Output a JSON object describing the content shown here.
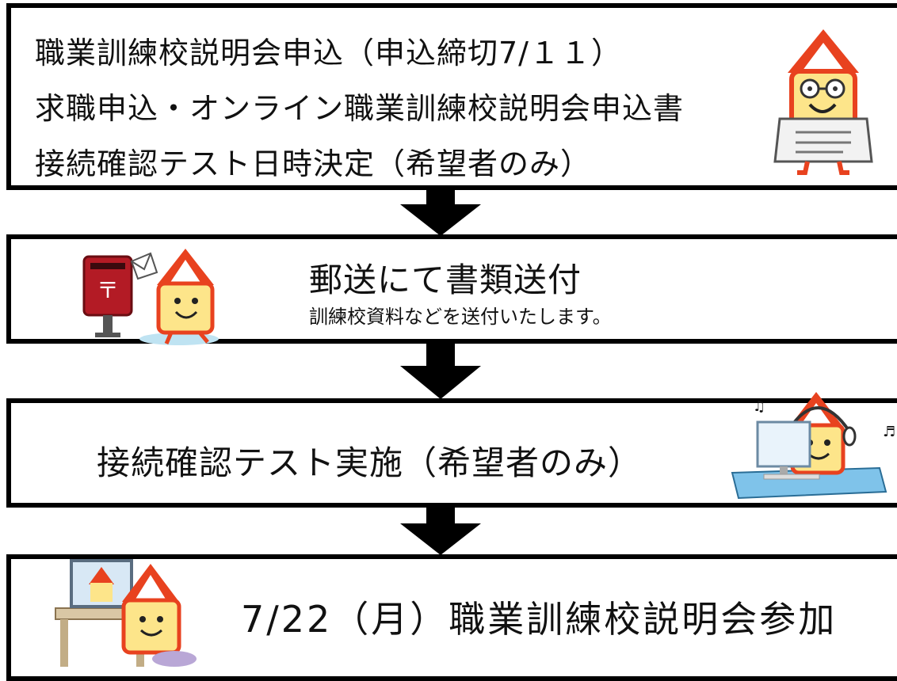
{
  "step1": {
    "lines": [
      "職業訓練校説明会申込（申込締切7/１１）",
      "求職申込・オンライン職業訓練校説明会申込書",
      "接続確認テスト日時決定（希望者のみ）"
    ]
  },
  "step2": {
    "title": "郵送にて書類送付",
    "subtitle": "訓練校資料などを送付いたします。"
  },
  "step3": {
    "title": "接続確認テスト実施（希望者のみ）"
  },
  "step4": {
    "title": "7/22（月）職業訓練校説明会参加"
  },
  "colors": {
    "mascot_body": "#fde58a",
    "mascot_hat": "#e8421f",
    "mailbox_red": "#b31b25",
    "desk_blue": "#7fc3ea",
    "arrow": "#000000"
  },
  "icons": [
    "mascot-reading-icon",
    "mailbox-mascot-icon",
    "headset-computer-mascot-icon",
    "video-call-mascot-icon"
  ]
}
